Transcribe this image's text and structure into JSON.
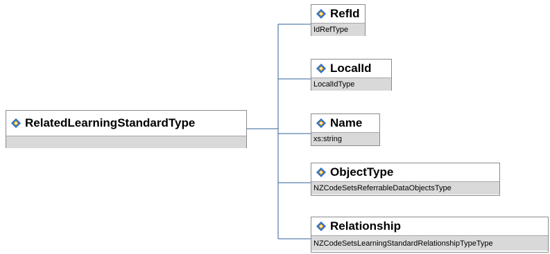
{
  "root": {
    "name": "RelatedLearningStandardType",
    "type": ""
  },
  "children": [
    {
      "name": "RefId",
      "type": "IdRefType"
    },
    {
      "name": "LocalId",
      "type": "LocalIdType"
    },
    {
      "name": "Name",
      "type": "xs:string"
    },
    {
      "name": "ObjectType",
      "type": "NZCodeSetsReferrableDataObjectsType"
    },
    {
      "name": "Relationship",
      "type": "NZCodeSetsLearningStandardRelationshipTypeType"
    }
  ],
  "icons": {
    "element": "element-diamond-icon"
  },
  "colors": {
    "connector": "#2e5f9a",
    "node_border": "#8a8a8a",
    "type_band": "#d9d9d9",
    "icon_blue": "#2a6ec8",
    "icon_gold": "#e0a21b"
  }
}
